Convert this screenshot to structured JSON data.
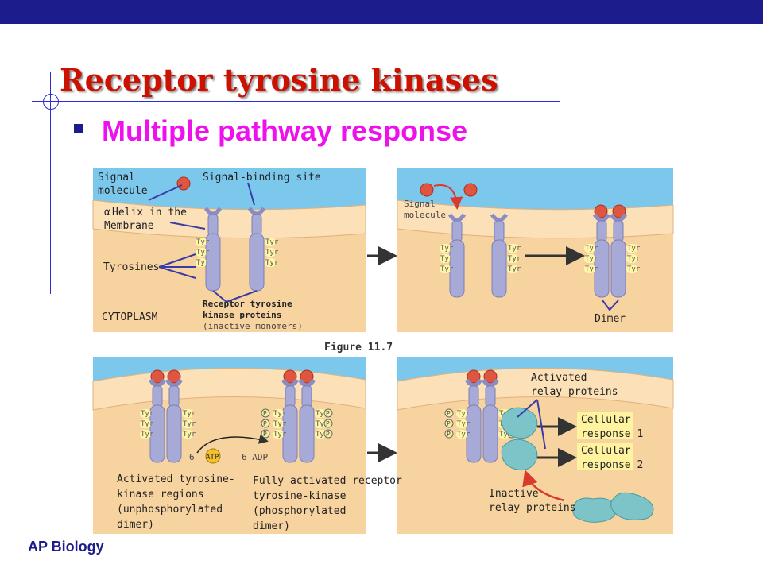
{
  "slide": {
    "title": "Receptor tyrosine kinases",
    "bullet": "Multiple pathway response",
    "footer": "AP Biology"
  },
  "figure": {
    "caption": "Figure 11.7",
    "panel1": {
      "signal_molecule": [
        "Signal",
        "molecule"
      ],
      "signal_binding_site": "Signal-binding site",
      "alpha_helix": [
        "Helix in the",
        "Membrane"
      ],
      "alpha_symbol": "α",
      "tyrosines": "Tyrosines",
      "cytoplasm": "CYTOPLASM",
      "receptor_proteins": [
        "Receptor  tyrosine",
        "kinase  proteins",
        "(inactive monomers)"
      ]
    },
    "panel2": {
      "signal_molecule": [
        "Signal",
        "molecule"
      ],
      "dimer": "Dimer"
    },
    "panel3": {
      "activated_regions": [
        "Activated tyrosine-",
        "kinase regions",
        "(unphosphorylated",
        "dimer)"
      ],
      "fully_activated": [
        "Fully activated receptor",
        "tyrosine-kinase",
        "(phosphorylated",
        "dimer)"
      ],
      "atp": "ATP",
      "atp_count": "6",
      "adp": "6 ADP"
    },
    "panel4": {
      "activated_relay": [
        "Activated",
        "relay proteins"
      ],
      "inactive_relay": [
        "Inactive",
        "relay proteins"
      ],
      "response1": [
        "Cellular",
        "response 1"
      ],
      "response2": [
        "Cellular",
        "response 2"
      ]
    },
    "tyr_label": "Tyr",
    "p_label": "P"
  },
  "colors": {
    "title": "#cc1100",
    "bullet": "#ee11ee",
    "top_bar": "#1c1c8c",
    "extracellular": "#7cc8ec",
    "cytoplasm": "#f7d3a0",
    "receptor": "#a7a9d6",
    "signal": "#e0553f",
    "relay": "#7cc4c8",
    "response_box": "#fff3a0"
  }
}
